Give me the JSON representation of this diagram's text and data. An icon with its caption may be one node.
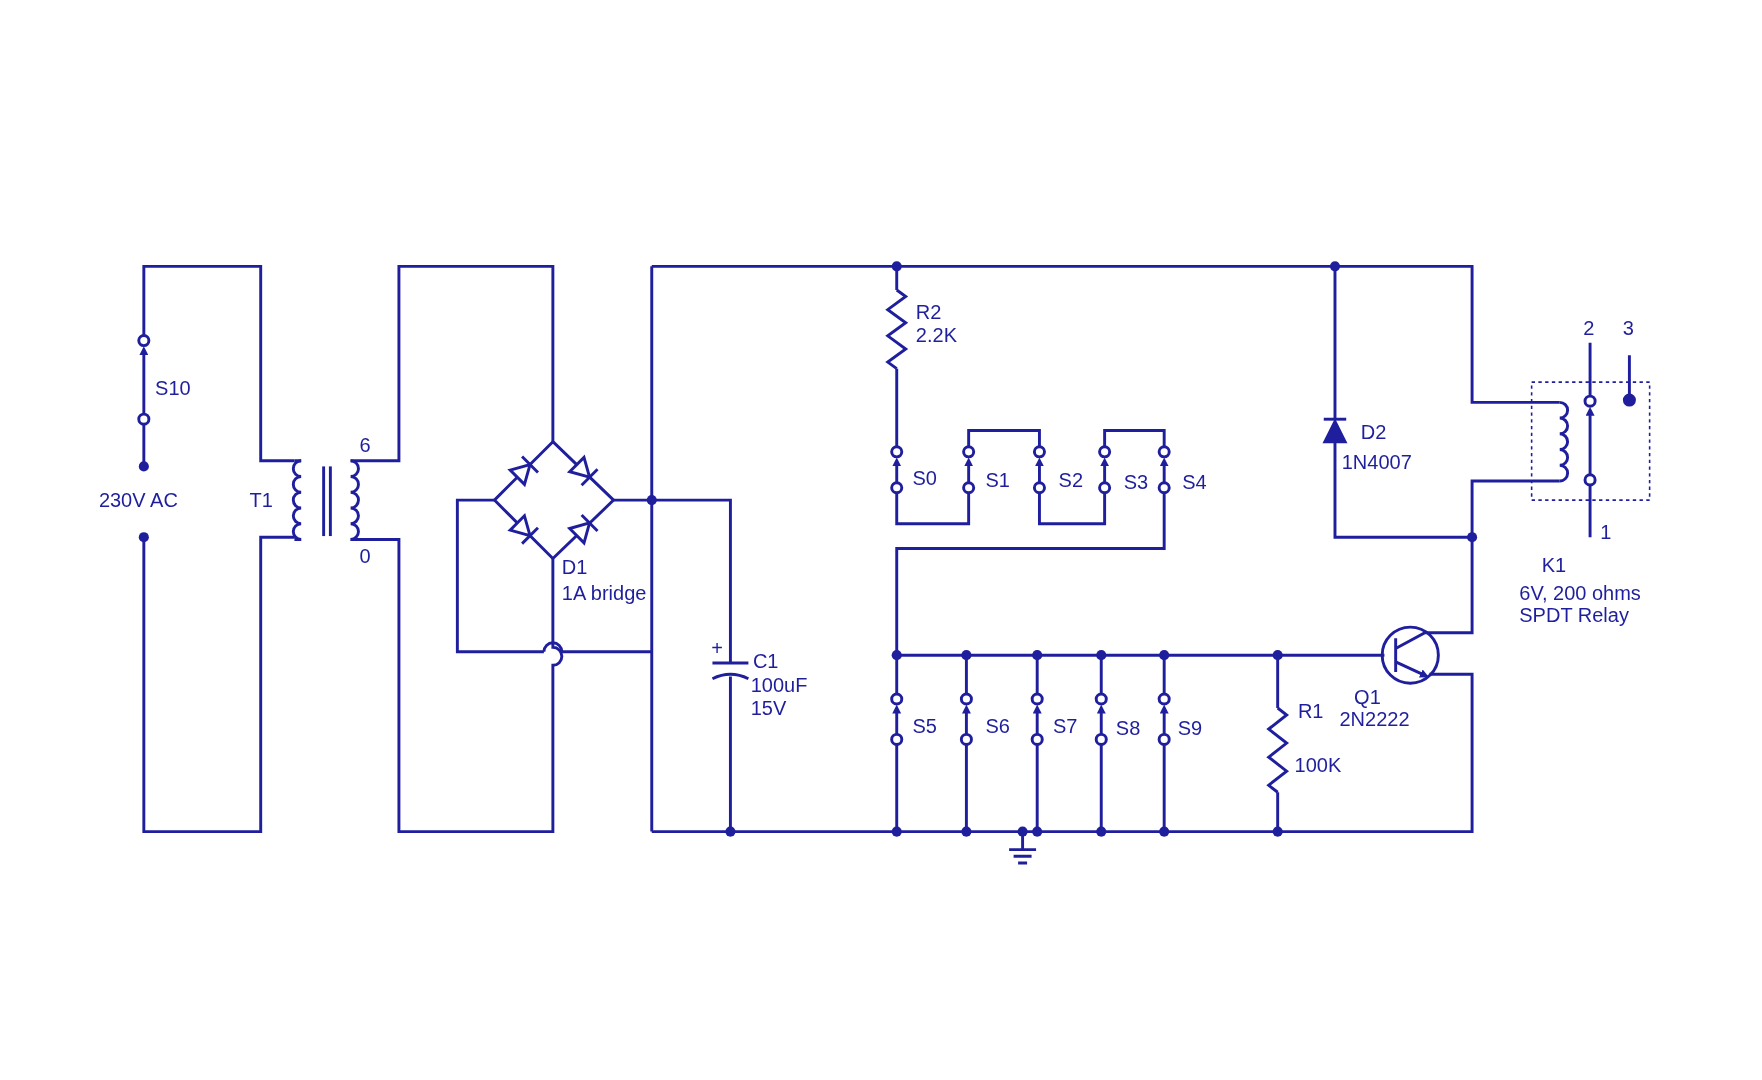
{
  "diagram": {
    "labels": [
      "S10",
      "230V AC",
      "T1",
      "6",
      "0",
      "D1",
      "1A bridge",
      "+",
      "C1",
      "100uF",
      "15V",
      "R2",
      "2.2K",
      "S0",
      "S1",
      "S2",
      "S3",
      "S4",
      "S5",
      "S6",
      "S7",
      "S8",
      "S9",
      "R1",
      "100K",
      "D2",
      "1N4007",
      "Q1",
      "2N2222",
      "2",
      "3",
      "1",
      "K1",
      "6V, 200 ohms",
      "SPDT Relay"
    ]
  }
}
